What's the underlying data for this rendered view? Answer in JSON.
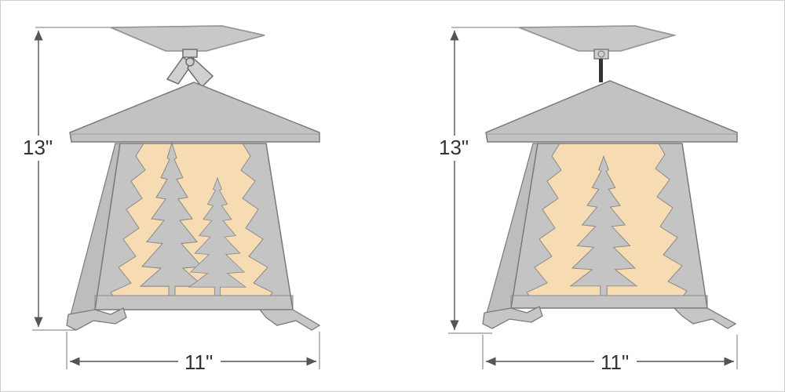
{
  "colors": {
    "metal": "#c4c4c4",
    "metal_light": "#d2d2d2",
    "outline": "#7a7a7a",
    "glow": "#f7dcb3",
    "dim_line": "#555555",
    "text": "#333333"
  },
  "fixtures": [
    {
      "variant": "double-tree",
      "height_label": "13\"",
      "width_label": "11\"",
      "trees": 2
    },
    {
      "variant": "single-tree",
      "height_label": "13\"",
      "width_label": "11\"",
      "trees": 1
    }
  ]
}
